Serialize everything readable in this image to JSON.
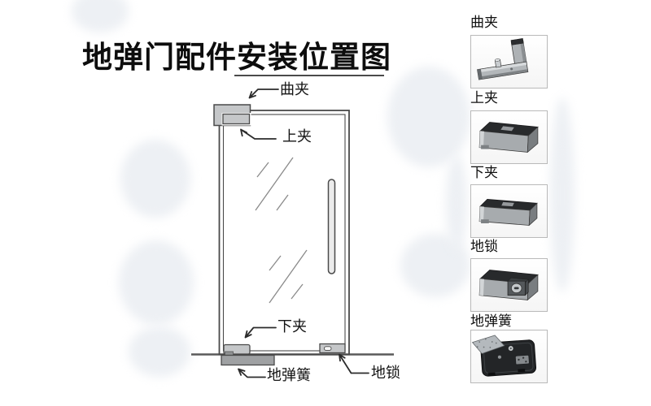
{
  "title": "地弹门配件安装位置图",
  "diagram": {
    "labels": {
      "qujia": "曲夹",
      "shangjia": "上夹",
      "xiajia": "下夹",
      "ditanhuang": "地弹簧",
      "disuo": "地锁"
    }
  },
  "product_list": {
    "items": [
      {
        "label": "曲夹"
      },
      {
        "label": "上夹"
      },
      {
        "label": "下夹"
      },
      {
        "label": "地锁"
      },
      {
        "label": "地弹簧"
      }
    ]
  },
  "colors": {
    "line": "#4a4a4a",
    "clamp_fill": "#c5c7c9",
    "floor_spring_fill": "#9fa1a3",
    "title_text": "#0d0d0d"
  }
}
